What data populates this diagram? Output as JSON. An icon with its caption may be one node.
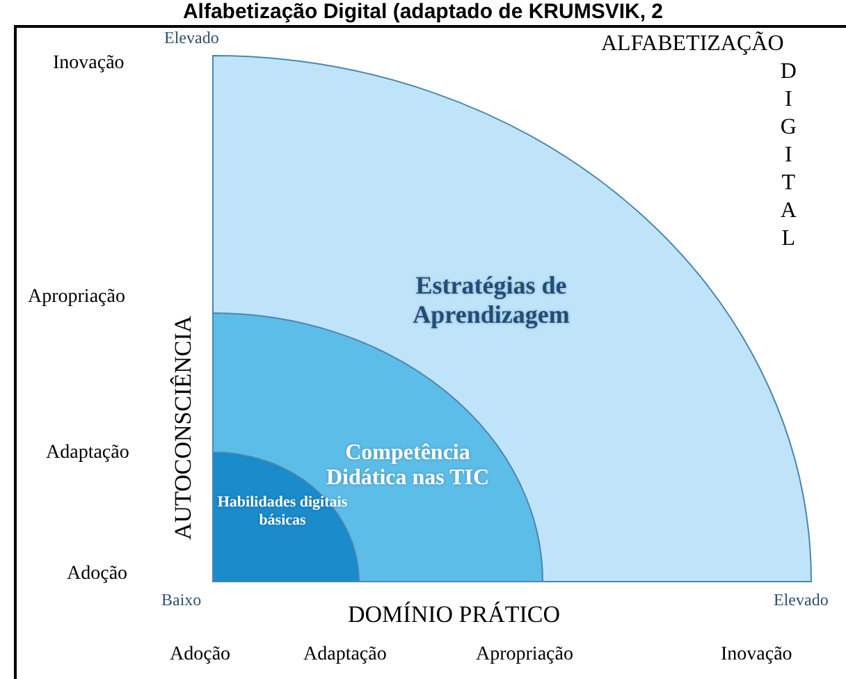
{
  "diagram": {
    "title": "Alfabetização Digital (adaptado de KRUMSVIK, 2",
    "nodes": [
      {
        "text": [
          "Estratégias de Aprendizagem"
        ]
      },
      {
        "text": [
          "Competência Didática nas TIC"
        ],
        "in": 0
      },
      {
        "text": [
          "Habilidades digitais básicas"
        ],
        "in": 1
      }
    ],
    "edges": [],
    "labels": [
      "Elevado",
      "ALFABETIZAÇÃO",
      "DIGITAL",
      "Inovação",
      "AUTOCONSCIÊNCIA",
      "Apropriação",
      "Adaptação",
      "Adoção",
      "Baixo",
      "DOMÍNIO PRÁTICO",
      "Elevado",
      "Adoção",
      "Adaptação",
      "Apropriação",
      "Inovação"
    ]
  }
}
